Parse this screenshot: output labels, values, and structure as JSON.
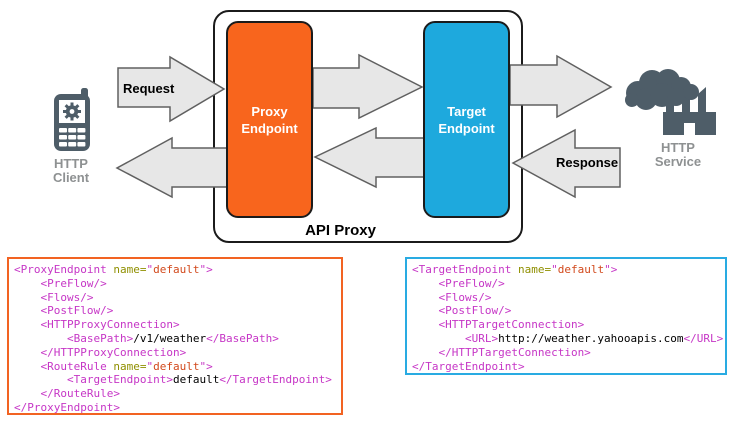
{
  "diagram": {
    "api_proxy_label": "API Proxy",
    "proxy_endpoint": {
      "line1": "Proxy",
      "line2": "Endpoint"
    },
    "target_endpoint": {
      "line1": "Target",
      "line2": "Endpoint"
    },
    "request_label": "Request",
    "response_label": "Response",
    "client": {
      "line1": "HTTP",
      "line2": "Client"
    },
    "service": {
      "line1": "HTTP",
      "line2": "Service"
    },
    "icons": [
      "mobile-phone-icon",
      "factory-smoke-icon"
    ],
    "colors": {
      "proxy_orange": "#F8651D",
      "target_blue": "#1EA9DD",
      "arrow_fill": "#e7e7e7",
      "arrow_stroke": "#606060",
      "icon_slate": "#4E5D68",
      "side_label_gray": "#8E9192",
      "code_border_orange": "#F26322",
      "code_border_blue": "#29ABE2",
      "syntax_tag": "#C636C6",
      "syntax_attr": "#8F8F00",
      "syntax_value": "#D2491C"
    }
  },
  "code_blocks": {
    "proxy": {
      "lines": [
        [
          {
            "t": "<ProxyEndpoint ",
            "c": "tag"
          },
          {
            "t": "name=",
            "c": "attr"
          },
          {
            "t": "\"",
            "c": "q"
          },
          {
            "t": "default",
            "c": "val"
          },
          {
            "t": "\"",
            "c": "q"
          },
          {
            "t": ">",
            "c": "tag"
          }
        ],
        [
          {
            "t": "    <PreFlow/>",
            "c": "tag"
          }
        ],
        [
          {
            "t": "    <Flows/>",
            "c": "tag"
          }
        ],
        [
          {
            "t": "    <PostFlow/>",
            "c": "tag"
          }
        ],
        [
          {
            "t": "    <HTTPProxyConnection>",
            "c": "tag"
          }
        ],
        [
          {
            "t": "        <BasePath>",
            "c": "tag"
          },
          {
            "t": "/v1/weather",
            "c": "txt"
          },
          {
            "t": "</BasePath>",
            "c": "tag"
          }
        ],
        [
          {
            "t": "    </HTTPProxyConnection>",
            "c": "tag"
          }
        ],
        [
          {
            "t": "    <RouteRule ",
            "c": "tag"
          },
          {
            "t": "name=",
            "c": "attr"
          },
          {
            "t": "\"",
            "c": "q"
          },
          {
            "t": "default",
            "c": "val"
          },
          {
            "t": "\"",
            "c": "q"
          },
          {
            "t": ">",
            "c": "tag"
          }
        ],
        [
          {
            "t": "        <TargetEndpoint>",
            "c": "tag"
          },
          {
            "t": "default",
            "c": "txt"
          },
          {
            "t": "</TargetEndpoint>",
            "c": "tag"
          }
        ],
        [
          {
            "t": "    </RouteRule>",
            "c": "tag"
          }
        ],
        [
          {
            "t": "</ProxyEndpoint>",
            "c": "tag"
          }
        ]
      ]
    },
    "target": {
      "lines": [
        [
          {
            "t": "<TargetEndpoint ",
            "c": "tag"
          },
          {
            "t": "name=",
            "c": "attr"
          },
          {
            "t": "\"",
            "c": "q"
          },
          {
            "t": "default",
            "c": "val"
          },
          {
            "t": "\"",
            "c": "q"
          },
          {
            "t": ">",
            "c": "tag"
          }
        ],
        [
          {
            "t": "    <PreFlow/>",
            "c": "tag"
          }
        ],
        [
          {
            "t": "    <Flows/>",
            "c": "tag"
          }
        ],
        [
          {
            "t": "    <PostFlow/>",
            "c": "tag"
          }
        ],
        [
          {
            "t": "    <HTTPTargetConnection>",
            "c": "tag"
          }
        ],
        [
          {
            "t": "        <URL>",
            "c": "tag"
          },
          {
            "t": "http://weather.yahooapis.com",
            "c": "txt"
          },
          {
            "t": "</URL>",
            "c": "tag"
          }
        ],
        [
          {
            "t": "    </HTTPTargetConnection>",
            "c": "tag"
          }
        ],
        [
          {
            "t": "</TargetEndpoint>",
            "c": "tag"
          }
        ]
      ]
    }
  }
}
